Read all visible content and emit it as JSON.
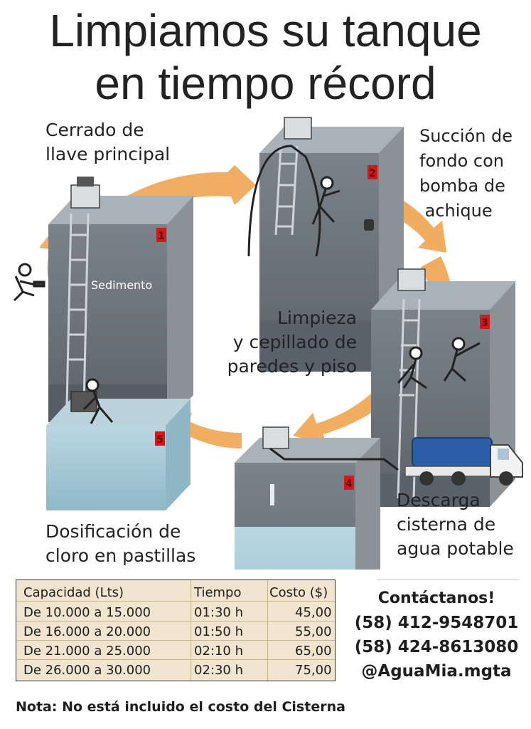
{
  "title": {
    "line1": "Limpiamos su tanque",
    "line2": "en tiempo récord"
  },
  "steps": [
    {
      "number": "1",
      "lines": [
        "Cerrado de",
        "llave principal"
      ]
    },
    {
      "number": "2",
      "lines": [
        "Succión de",
        "fondo con",
        "bomba de",
        " achique"
      ]
    },
    {
      "number": "3",
      "lines": [
        "Limpieza",
        "y cepillado de",
        "paredes y piso"
      ]
    },
    {
      "number": "4",
      "lines": [
        "Descarga",
        "cisterna de",
        "agua potable"
      ]
    },
    {
      "number": "5",
      "lines": [
        "Dosificación de",
        "cloro en pastillas"
      ]
    }
  ],
  "sediment_label": "Sedimento",
  "colors": {
    "arrow": "#f0a95a",
    "tank_top": "#a9b2b8",
    "tank_front": "#6e777d",
    "tank_side": "#8a9297",
    "water": "#a7c9d6",
    "truck_tank": "#2a5fa8",
    "badge": "#d0191b",
    "table_bg": "#f1e5cf"
  },
  "pricing_table": {
    "headers": [
      "Capacidad (Lts)",
      "Tiempo",
      "Costo ($)"
    ],
    "rows": [
      [
        "De 10.000 a 15.000",
        "01:30 h",
        "45,00"
      ],
      [
        "De 16.000 a 20.000",
        "01:50 h",
        "55,00"
      ],
      [
        "De 21.000 a 25.000",
        "02:10 h",
        "65,00"
      ],
      [
        "De 26.000 a 30.000",
        "02:30 h",
        "75,00"
      ]
    ]
  },
  "contact": {
    "heading": "Contáctanos!",
    "phone1": "(58) 412-9548701",
    "phone2": "(58) 424-8613080",
    "social": "@AguaMia.mgta"
  },
  "note": "Nota: No está incluido el costo del Cisterna"
}
